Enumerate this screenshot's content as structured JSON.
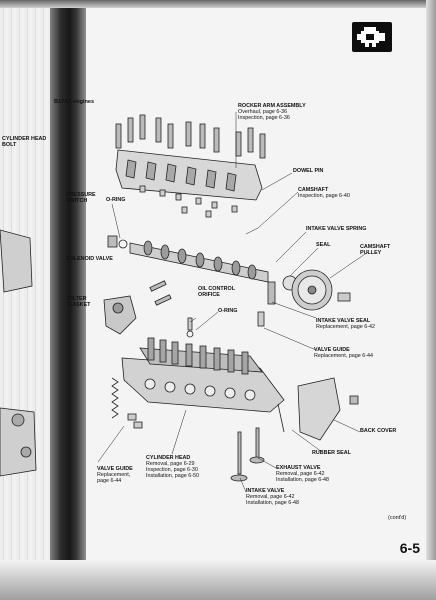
{
  "header": "B17A1 engines",
  "page_number": "6-5",
  "contd": "(cont'd)",
  "labels": {
    "rocker_arm_assembly": {
      "title": "ROCKER ARM ASSEMBLY",
      "line1": "Overhaul, page 6-36",
      "line2": "Inspection, page 6-36"
    },
    "dowel_pin": {
      "title": "DOWEL PIN"
    },
    "camshaft": {
      "title": "CAMSHAFT",
      "line1": "Inspection, page 6-40"
    },
    "intake_valve_spring": {
      "title": "INTAKE VALVE SPRING"
    },
    "seal": {
      "title": "SEAL"
    },
    "camshaft_pulley": {
      "title": "CAMSHAFT",
      "line1": "PULLEY"
    },
    "o_ring_left": {
      "title": "O-RING"
    },
    "o_ring_right": {
      "title": "O-RING"
    },
    "oil_control_orifice": {
      "title": "OIL CONTROL",
      "line1": "ORIFICE"
    },
    "intake_valve_seal": {
      "title": "INTAKE VALVE SEAL",
      "line1": "Replacement, page 6-42"
    },
    "valve_guide": {
      "title": "VALVE GUIDE",
      "line1": "Replacement, page 6-44"
    },
    "back_cover": {
      "title": "BACK COVER"
    },
    "rubber_seal": {
      "title": "RUBBER SEAL"
    },
    "exhaust_valve": {
      "title": "EXHAUST VALVE",
      "line1": "Removal, page 6-42",
      "line2": "Installation, page 6-48"
    },
    "intake_valve": {
      "title": "INTAKE VALVE",
      "line1": "Removal, page 6-42",
      "line2": "Installation, page 6-48"
    },
    "cylinder_head": {
      "title": "CYLINDER HEAD",
      "line1": "Removal, page 6-29",
      "line2": "Inspection, page 6-30",
      "line3": "Installation, page 6-50"
    },
    "valve_guide_left": {
      "title": "VALVE GUIDE",
      "line1": "Replacement,",
      "line2": "page 6-44"
    },
    "cylinder_head_bolt": {
      "title": "CYLINDER HEAD",
      "line1": "BOLT"
    },
    "solenoid_valve": {
      "title": "SOLENOID VALVE"
    },
    "pressure_switch": {
      "title": "PRESSURE",
      "line1": "SWITCH"
    },
    "filter_gasket": {
      "title": "FILTER",
      "line1": "GASKET"
    }
  },
  "icons": {
    "section_icon": "engine-icon"
  }
}
